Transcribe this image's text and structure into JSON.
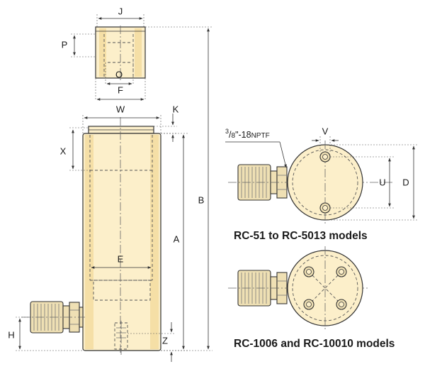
{
  "dimension_labels": {
    "J": "J",
    "P": "P",
    "O": "O",
    "F": "F",
    "W": "W",
    "K": "K",
    "X": "X",
    "B": "B",
    "A": "A",
    "E": "E",
    "H": "H",
    "Z": "Z",
    "V": "V",
    "U": "U",
    "D": "D"
  },
  "port_label": {
    "num": "3",
    "den": "8",
    "rest": "\"-18",
    "suffix": "NPTF"
  },
  "captions": {
    "top_view": "RC-51 to RC-5013 models",
    "bottom_view": "RC-1006 and RC-10010 models"
  },
  "colors": {
    "body_fill": "#fcefca",
    "shade": "#f5dfa6",
    "outline": "#333333"
  }
}
